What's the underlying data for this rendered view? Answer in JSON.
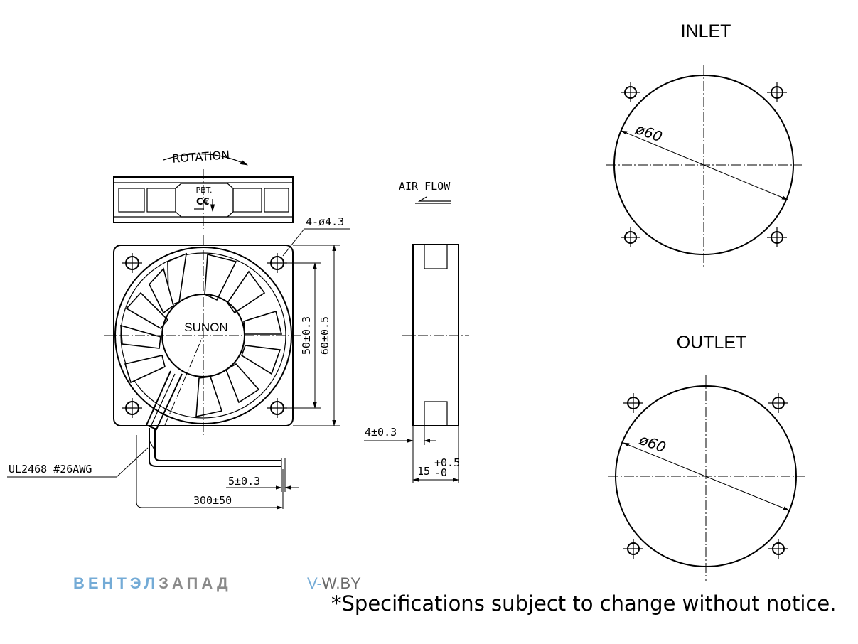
{
  "labels": {
    "inlet": "INLET",
    "outlet": "OUTLET",
    "rotation": "ROTATION",
    "air_flow": "AIR FLOW",
    "hub_brand": "SUNON",
    "material": "PBT.",
    "hole_spec": "4-ø4.3",
    "dia_inlet": "ø60",
    "dia_outlet": "ø60",
    "dim_hole_pitch": "50±0.3",
    "dim_frame": "60±0.5",
    "dim_wall": "4±0.3",
    "dim_depth": "15",
    "dim_depth_tol_plus": "+0.5",
    "dim_depth_tol_minus": "-0",
    "cable_spec": "UL2468 #26AWG",
    "dim_strip": "5±0.3",
    "dim_cable": "300±50"
  },
  "footer": {
    "brand_blue": "ВЕНТЭЛ",
    "brand_grey": "ЗАПАД",
    "site_prefix": "V-",
    "site_rest": "W.BY",
    "note": "*Specifications subject to change without notice."
  },
  "colors": {
    "brand_blue": "#74abd6",
    "brand_grey": "#8a8a8a"
  }
}
